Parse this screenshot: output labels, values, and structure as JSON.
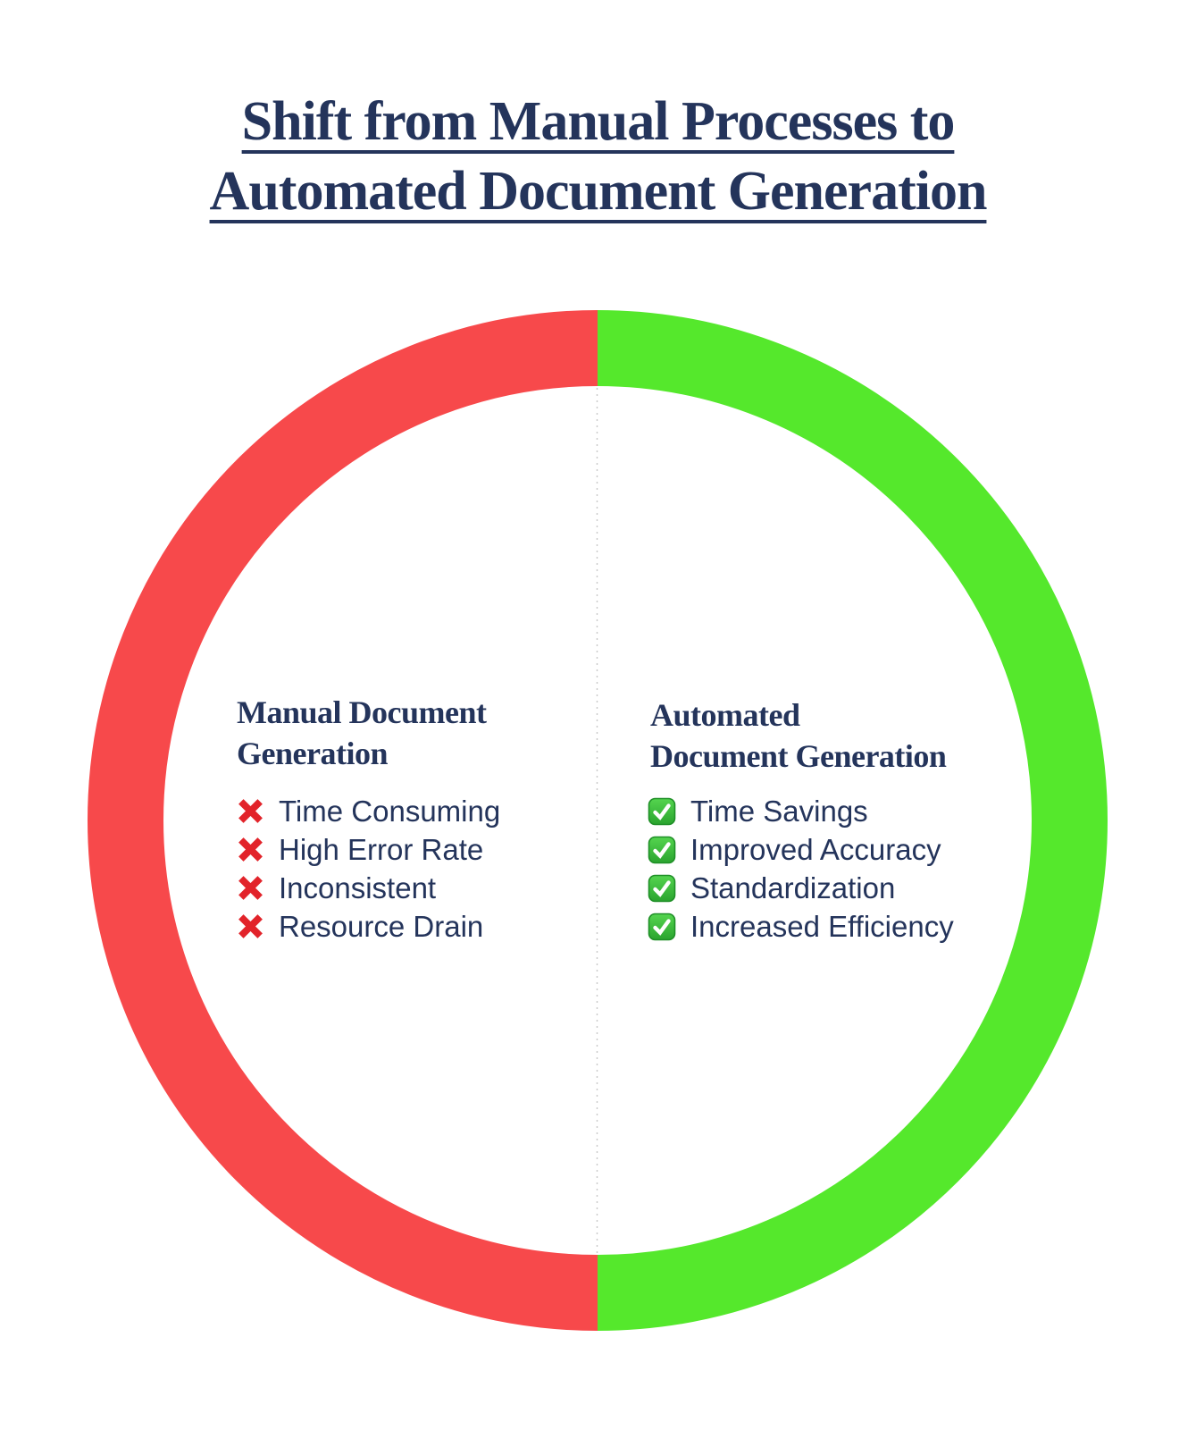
{
  "title": {
    "lines": [
      "Shift from Manual Processes to",
      "Automated Document Generation"
    ]
  },
  "ring": {
    "left_half_color": "#F7494B",
    "right_half_color": "#55E82C",
    "divider_color": "#C9C9C9"
  },
  "left_section": {
    "heading_lines": [
      "Manual Document",
      "Generation"
    ],
    "icon": "x-icon",
    "items": [
      "Time Consuming",
      "High Error Rate",
      "Inconsistent",
      "Resource Drain"
    ]
  },
  "right_section": {
    "heading_lines": [
      "Automated",
      "Document Generation"
    ],
    "icon": "check-icon",
    "items": [
      "Time Savings",
      "Improved Accuracy",
      "Standardization",
      "Increased Efficiency"
    ]
  },
  "colors": {
    "text_navy": "#24345B",
    "x_red": "#E2232A",
    "check_green_top": "#55D54F",
    "check_green_bottom": "#2AA42F",
    "check_border": "#1F8F27",
    "check_mark": "#FFFFFF"
  }
}
